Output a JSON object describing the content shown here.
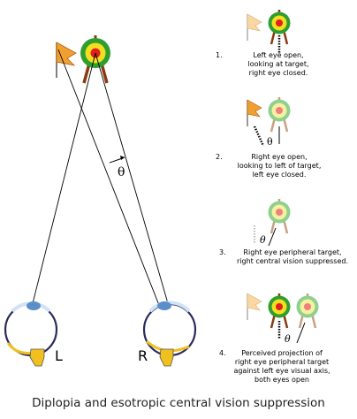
{
  "caption": "Diplopia and esotropic central vision suppression",
  "main": {
    "angle_symbol": "θ",
    "left_eye_label": "L",
    "right_eye_label": "R"
  },
  "steps": [
    {
      "number": "1.",
      "text": "Left eye open,\nlooking at target,\nright eye closed."
    },
    {
      "number": "2.",
      "text": "Right eye open,\nlooking to left of target,\nleft eye closed."
    },
    {
      "number": "3.",
      "text": "Right eye peripheral target,\nright central vision suppressed."
    },
    {
      "number": "4.",
      "text": "Perceived projection of\nright eye peripheral target\nagainst left eye visual axis,\nboth eyes open"
    }
  ],
  "step_symbols": {
    "step2_theta": "θ",
    "step3_theta": "θ",
    "step4_theta": "θ"
  },
  "colors": {
    "flag": "#f0a030",
    "flag_faded": "#f8d8a0",
    "target_outer": "#2e9e2e",
    "target_mid": "#f2e020",
    "target_inner": "#e02020",
    "target_legs": "#8b3a10",
    "iris": "#5b8fc9",
    "lens_yellow": "#f0c020"
  }
}
